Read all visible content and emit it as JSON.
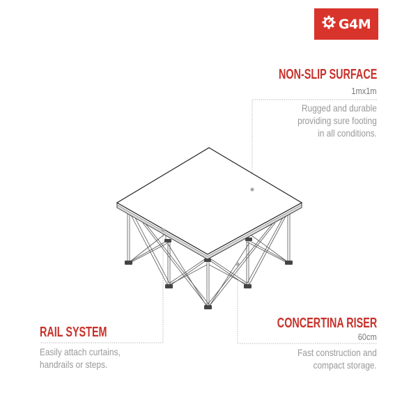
{
  "brand": {
    "logo_text": "G4M",
    "logo_icon": "gear-gauge-icon",
    "color": "#d8342b"
  },
  "features": {
    "surface": {
      "title": "NON-SLIP SURFACE",
      "subtitle": "1mx1m",
      "lines": [
        "Rugged and durable",
        "providing sure footing",
        "in all conditions."
      ]
    },
    "rail": {
      "title": "RAIL SYSTEM",
      "lines": [
        "Easily attach curtains,",
        "handrails or steps."
      ]
    },
    "riser": {
      "title": "CONCERTINA RISER",
      "subtitle": "60cm",
      "lines": [
        "Fast construction and",
        "compact storage."
      ]
    }
  },
  "colors": {
    "accent": "#c8312a",
    "subtitle": "#777777",
    "description": "#999999",
    "leader_line": "#bbbbbb"
  }
}
